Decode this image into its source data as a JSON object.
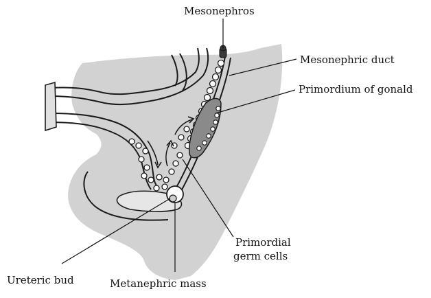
{
  "labels": {
    "mesonephros": "Mesonephros",
    "mesonephric_duct": "Mesonephric duct",
    "primordium_gonad": "Primordium of gonald",
    "primordial_germ_cells_line1": "Primordial",
    "primordial_germ_cells_line2": "germ cells",
    "ureteric_bud": "Ureteric  bud",
    "metanephric_mass": "Metanephric mass"
  },
  "colors": {
    "tissue": "#d2d2d2",
    "gonad": "#8a8a8a",
    "outline": "#1a1a1a",
    "background": "#ffffff"
  }
}
